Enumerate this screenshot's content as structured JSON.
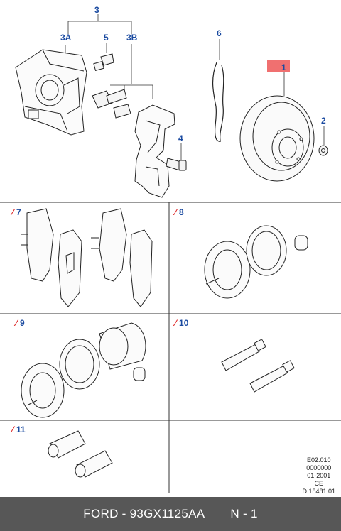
{
  "callouts": {
    "c3": "3",
    "c3a": "3A",
    "c3b": "3B",
    "c5": "5",
    "c4": "4",
    "c6": "6",
    "c1": "1",
    "c2": "2"
  },
  "panels": [
    {
      "number": "7"
    },
    {
      "number": "8"
    },
    {
      "number": "9"
    },
    {
      "number": "10"
    },
    {
      "number": "11"
    }
  ],
  "code": {
    "line1": "E02.010",
    "line2": "0000000",
    "line3": "01-2001",
    "line4": "CE",
    "line5": "D 18481 01"
  },
  "footer": {
    "part": "FORD - 93GX1125AA",
    "qty": "N - 1"
  },
  "colors": {
    "callout": "#1a4aa0",
    "marker": "#d22222",
    "highlight": "#f07070",
    "footer_bg": "#575757"
  }
}
